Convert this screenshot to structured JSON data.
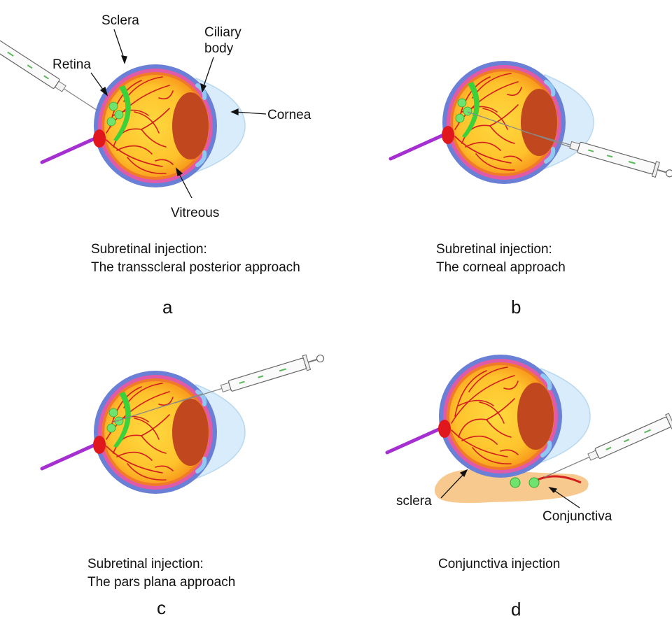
{
  "panels": {
    "a": {
      "letter": "a",
      "caption_line1": "Subretinal injection:",
      "caption_line2": "The transscleral posterior approach",
      "labels": {
        "sclera": "Sclera",
        "retina": "Retina",
        "ciliary_line1": "Ciliary",
        "ciliary_line2": "body",
        "cornea": "Cornea",
        "vitreous": "Vitreous"
      }
    },
    "b": {
      "letter": "b",
      "caption_line1": "Subretinal injection:",
      "caption_line2": "The corneal approach"
    },
    "c": {
      "letter": "c",
      "caption_line1": "Subretinal injection:",
      "caption_line2": "The pars plana approach"
    },
    "d": {
      "letter": "d",
      "caption_line1": "Conjunctiva injection",
      "labels": {
        "sclera": "sclera",
        "conjunctiva": "Conjunctiva"
      }
    }
  },
  "colors": {
    "sclera_outer": "#6a7fd6",
    "sclera_inner": "#e05aa8",
    "choroid": "#f07a2a",
    "vitreous_center": "#ffd23a",
    "vitreous_edge": "#f7a21c",
    "vessel": "#d41e1e",
    "lens": "#c1471f",
    "cornea": "#d9ecfb",
    "ciliary": "#8fc8f0",
    "retina_patch": "#3ad13a",
    "optic_disc": "#e0181e",
    "optic_nerve": "#a52fd0",
    "conjunctiva_tissue": "#f8c98e",
    "conjunctiva_line": "#d41e1e"
  }
}
